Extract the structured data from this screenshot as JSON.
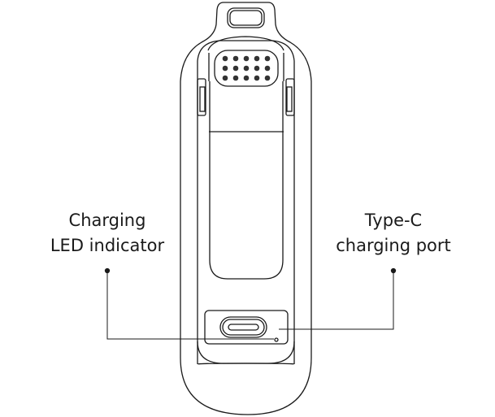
{
  "labels": {
    "led": {
      "line1": "Charging",
      "line2": "LED indicator"
    },
    "port": {
      "line1": "Type-C",
      "line2": "charging port"
    }
  },
  "colors": {
    "stroke": "#1a1a1a",
    "background": "#ffffff"
  }
}
